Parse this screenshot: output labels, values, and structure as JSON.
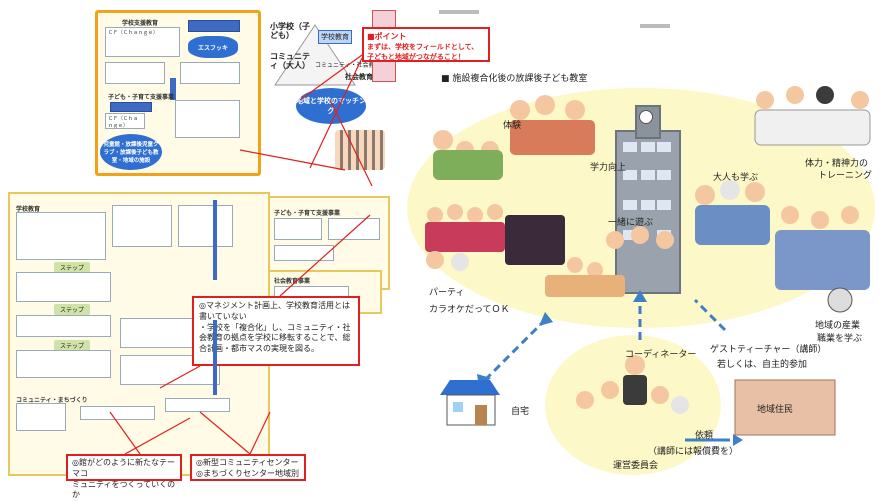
{
  "left": {
    "top_panel": {
      "section1_title": "学校支援教育",
      "section2_title": "子ども・子育て支援事業",
      "section1_box_label": "ＣＦ（Ｃｈａｎｇｅ）",
      "section2_box_label": "ＣＦ（Ｃｈａｎｇｅ）",
      "bubble1": "エスフッキ",
      "cloud_left": "児童館・放課後児童クラブ・放課後子ども教室・地域の施設",
      "cloud_right": "地域と学校のマッチング"
    },
    "triangle": {
      "school_label": "小学校（子ども）",
      "community_label": "コミュニティ（大人）",
      "school_edu": "学校教育",
      "social_edu": "社会教育",
      "community_center": "コミュニティ・社会教育"
    },
    "point_box": {
      "title": "■ポイント",
      "line1": "まずは、学校をフィールドとして、",
      "line2": "子どもと地域がつながること！"
    },
    "lower_panel": {
      "sec_a": "学校教育",
      "sec_b": "子ども・子育て支援事業",
      "sec_c": "社会教育事業",
      "sec_d": "コミュニティ・まちづくり",
      "step1": "ステップ",
      "step2": "ステップ",
      "step3": "ステップ"
    },
    "note_mid": {
      "line1": "◎マネジメント計画上、学校教育活用とは書いていない",
      "line2": "・学校を「複合化」し、コミュニティ・社会教育の拠点を学校に移転することで、総合計画・都市マスの実現を図る。"
    },
    "note_bottom_left": {
      "line1": "◎館がどのように新たなテーマコ",
      "line2": "ミュニティをつくっていくのか"
    },
    "note_bottom_right": {
      "line1": "◎新型コミュニティセンター",
      "line2": "◎まちづくりセンター地域別"
    }
  },
  "right": {
    "title": "■ 施設複合化後の放課後子ども教室",
    "labels": {
      "taiken": "体験",
      "gakuryoku": "学力向上",
      "otona": "大人も学ぶ",
      "tairyoku": "体力・精神力の",
      "training": "トレーニング",
      "issho": "一緒に遊ぶ",
      "party": "パーティ",
      "karaoke": "カラオケだってＯＫ",
      "chiiki_sangyo": "地域の産業",
      "shokugyo": "職業を学ぶ",
      "coordinator": "コーディネーター",
      "guest": "ゲストティーチャー（講師）",
      "jishu": "若しくは、自主的参加",
      "home": "自宅",
      "chiiki_jumin": "地域住民",
      "irai": "依頼",
      "shaerei": "（講師には報償費を）",
      "unei": "運営委員会"
    }
  },
  "colors": {
    "orange": "#f2a21a",
    "blue": "#2f6fd1",
    "red": "#e02020",
    "cream": "#fdf8c8"
  }
}
